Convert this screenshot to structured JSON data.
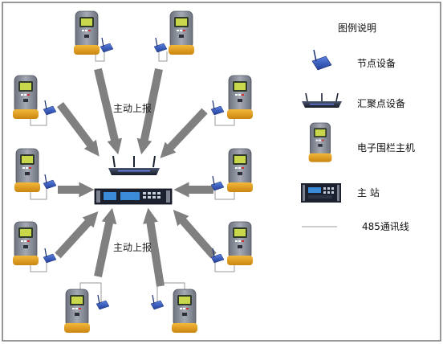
{
  "diagram": {
    "report_label_top": "主动上报",
    "report_label_bottom": "主动上报"
  },
  "legend": {
    "title": "图例说明",
    "items": [
      {
        "icon": "node-device-icon",
        "label": "节点设备"
      },
      {
        "icon": "aggregation-device-icon",
        "label": "汇聚点设备"
      },
      {
        "icon": "electric-fence-host-icon",
        "label": "电子围栏主机"
      },
      {
        "icon": "master-station-icon",
        "label": "主 站"
      },
      {
        "icon": "rs485-line-icon",
        "label": "485通讯线"
      }
    ]
  },
  "colors": {
    "arrow": "#808080",
    "fence_body": "#8a8f9c",
    "fence_base": "#e8a21c",
    "fence_screen": "#c9d84a",
    "node_device": "#3a62c8",
    "router": "#2a3448",
    "station": "#1c2130",
    "station_display": "#3a8ad8",
    "line": "#9a9a9a",
    "frame": "#555555"
  }
}
